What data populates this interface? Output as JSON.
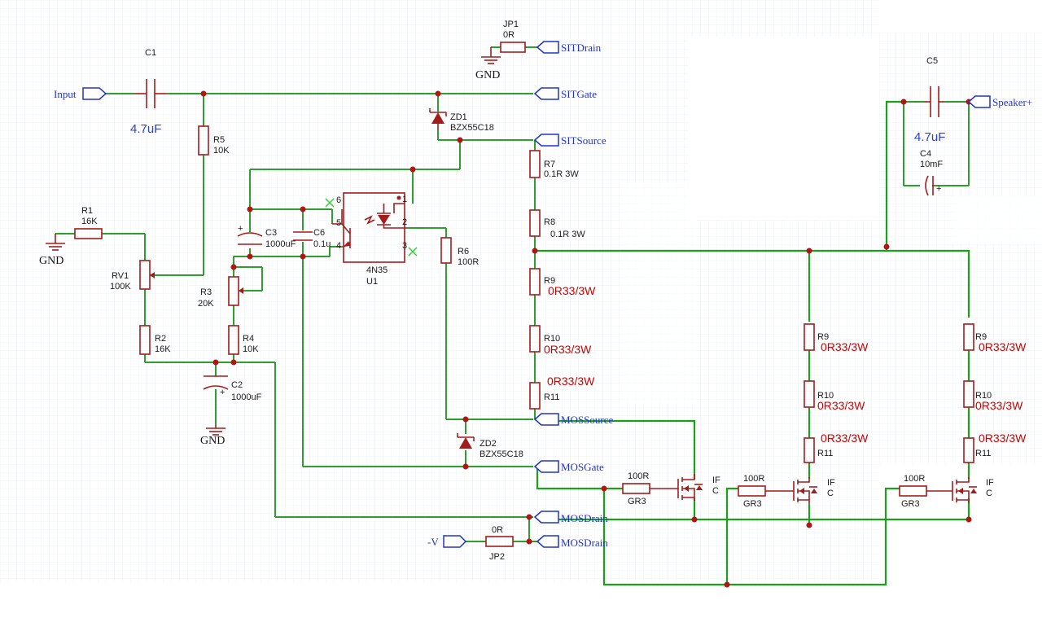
{
  "components": {
    "C1": {
      "ref": "C1",
      "value": "4.7uF"
    },
    "C2": {
      "ref": "C2",
      "value": "1000uF"
    },
    "C3": {
      "ref": "C3",
      "value": "1000uF"
    },
    "C4": {
      "ref": "C4",
      "value": "10mF"
    },
    "C5": {
      "ref": "C5",
      "value": "4.7uF"
    },
    "C6": {
      "ref": "C6",
      "value": "0.1u"
    },
    "R1": {
      "ref": "R1",
      "value": "16K"
    },
    "R2": {
      "ref": "R2",
      "value": "16K"
    },
    "R3": {
      "ref": "R3",
      "value": "20K"
    },
    "R4": {
      "ref": "R4",
      "value": "10K"
    },
    "R5": {
      "ref": "R5",
      "value": "10K"
    },
    "R6": {
      "ref": "R6",
      "value": "100R"
    },
    "R7": {
      "ref": "R7",
      "value": "0.1R 3W"
    },
    "R8": {
      "ref": "R8",
      "value": "0.1R 3W"
    },
    "R9": {
      "ref": "R9",
      "value": "0R33/3W"
    },
    "R10": {
      "ref": "R10",
      "value": "0R33/3W"
    },
    "R11": {
      "ref": "R11",
      "value": "0R33/3W"
    },
    "RV1": {
      "ref": "RV1",
      "value": "100K"
    },
    "ZD1": {
      "ref": "ZD1",
      "value": "BZX55C18"
    },
    "ZD2": {
      "ref": "ZD2",
      "value": "BZX55C18"
    },
    "U1": {
      "ref": "U1",
      "value": "4N35"
    },
    "JP1": {
      "ref": "JP1",
      "value": "0R"
    },
    "JP2": {
      "ref": "JP2",
      "value": "0R"
    },
    "GR3": {
      "ref": "GR3",
      "value": "100R"
    }
  },
  "ports": {
    "input": "Input",
    "sit_drain": "SITDrain",
    "sit_gate": "SITGate",
    "sit_source": "SITSource",
    "mos_source": "MOSSource",
    "mos_gate": "MOSGate",
    "mos_drain_a": "MOSDrain",
    "mos_drain_b": "MOSDrain",
    "neg_v": "-V",
    "speaker": "Speaker+"
  },
  "gnd_label": "GND",
  "u1_pins": {
    "p1": "1",
    "p2": "2",
    "p3": "3",
    "p4": "4",
    "p5": "5",
    "p6": "6"
  },
  "mosfet_ref_fragment": "IF",
  "mosfet_sub_fragment": "C",
  "cap_plus": "+",
  "colors": {
    "wire": "#2e9e2e",
    "added_wire": "#1aa01a",
    "component": "#a31c1c",
    "net_port": "#2233cc",
    "value_red": "#cc0000",
    "value_blue": "#2b3cd8"
  }
}
